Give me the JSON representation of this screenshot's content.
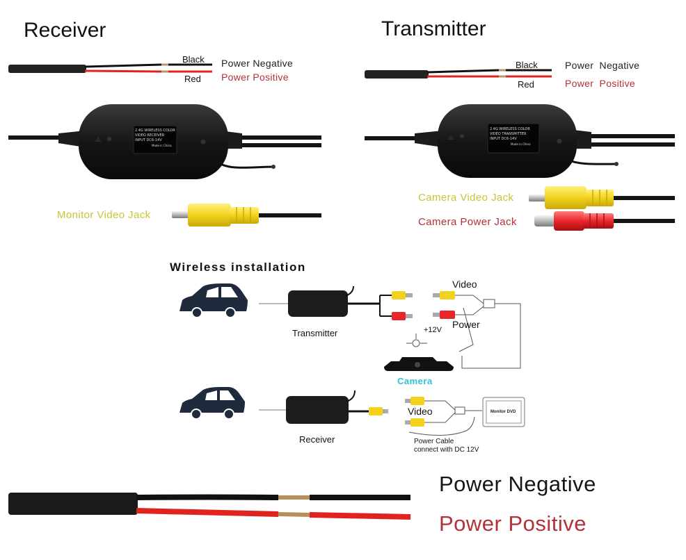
{
  "receiver": {
    "heading": "Receiver",
    "wire_black": "Black",
    "wire_red": "Red",
    "power_negative": "Power Negative",
    "power_positive": "Power Positive",
    "device_label": [
      "2.4G WIRELESS COLOR",
      "VIDEO RECEIVER",
      "INPUT DC6-14V",
      "Made in China"
    ],
    "monitor_jack": "Monitor Video Jack"
  },
  "transmitter": {
    "heading": "Transmitter",
    "wire_black": "Black",
    "wire_red": "Red",
    "power_negative": "Power  Negative",
    "power_positive": "Power  Positive",
    "device_label": [
      "2.4G WIRELESS COLOR",
      "VIDEO TRANSMITTER",
      "INPUT DC6-14V",
      "Made in China"
    ],
    "camera_video_jack": "Camera Video Jack",
    "camera_power_jack": "Camera Power Jack"
  },
  "install": {
    "title": "Wireless installation",
    "transmitter": "Transmitter",
    "receiver": "Receiver",
    "video_top": "Video",
    "power": "Power",
    "plus12v": "+12V",
    "camera": "Camera",
    "video_bottom": "Video",
    "monitor": "Monitor DVD",
    "power_cable_1": "Power Cable",
    "power_cable_2": "connect with DC 12V"
  },
  "bottom": {
    "power_negative": "Power Negative",
    "power_positive": "Power Positive"
  },
  "colors": {
    "wire_red": "#e0231f",
    "jack_yellow": "#f2d21c",
    "jack_red": "#e8262a",
    "label_yellow": "#c8c532",
    "label_red": "#b2323a",
    "camera_cyan": "#2bc4d6"
  }
}
